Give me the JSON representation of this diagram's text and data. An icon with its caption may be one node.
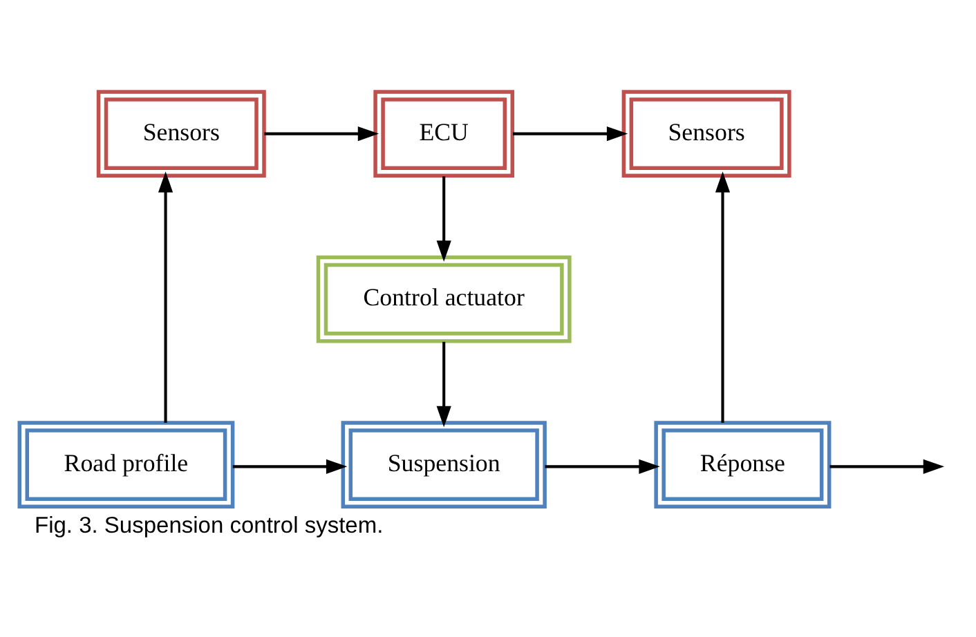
{
  "diagram": {
    "caption": "Fig. 3. Suspension control system.",
    "nodes": [
      {
        "text": [
          "Sensors"
        ]
      },
      {
        "text": [
          "ECU"
        ]
      },
      {
        "text": [
          "Sensors"
        ]
      },
      {
        "text": [
          "Control actuator"
        ]
      },
      {
        "text": [
          "Road profile"
        ]
      },
      {
        "text": [
          "Suspension"
        ]
      },
      {
        "text": [
          "Réponse"
        ]
      }
    ],
    "edges": [
      {
        "from": 0,
        "to": 1,
        "arrow": "to"
      },
      {
        "from": 1,
        "to": 2,
        "arrow": "to"
      },
      {
        "from": 1,
        "to": 3,
        "arrow": "to"
      },
      {
        "from": 3,
        "to": 5,
        "arrow": "to"
      },
      {
        "from": 4,
        "to": 5,
        "arrow": "to"
      },
      {
        "from": 4,
        "to": 0,
        "arrow": "to"
      },
      {
        "from": 5,
        "to": 6,
        "arrow": "to"
      },
      {
        "from": 6,
        "to": 2,
        "arrow": "to"
      },
      {
        "from": 6,
        "to": null,
        "arrow": "to"
      }
    ]
  }
}
